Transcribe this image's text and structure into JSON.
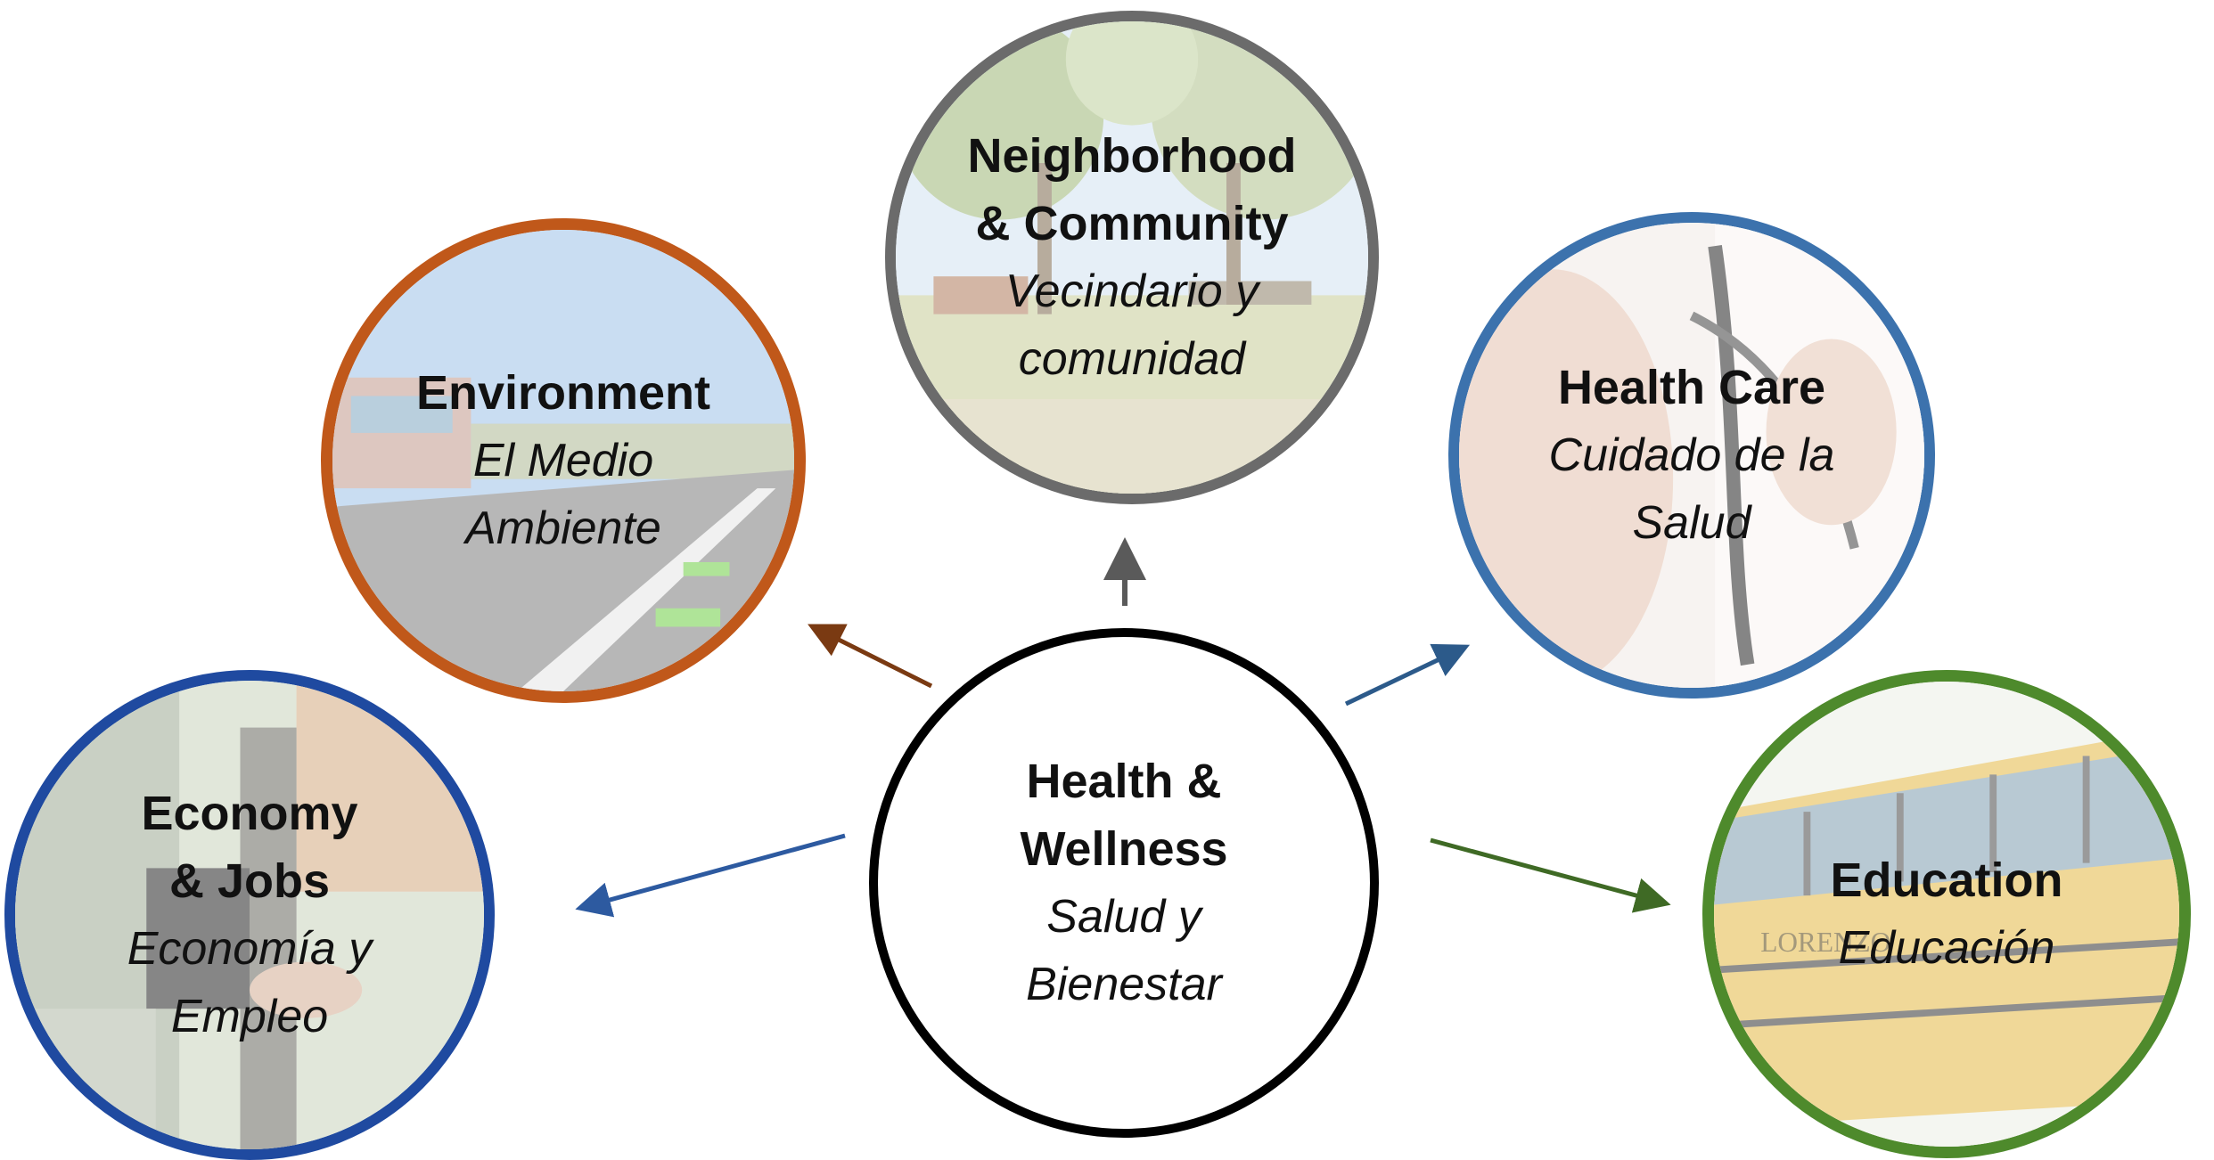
{
  "center": {
    "title_line1": "Health &",
    "title_line2": "Wellness",
    "subtitle_line1": "Salud y",
    "subtitle_line2": "Bienestar",
    "ring_color": "#000000"
  },
  "topics": {
    "neighborhood": {
      "title_line1": "Neighborhood",
      "title_line2": "& Community",
      "subtitle_line1": "Vecindario y",
      "subtitle_line2": "comunidad",
      "ring_color": "#6b6b6b",
      "arrow_color": "#5a5a5a",
      "photo": "park-scene"
    },
    "environment": {
      "title_line1": "Environment",
      "subtitle_line1": "El Medio",
      "subtitle_line2": "Ambiente",
      "ring_color": "#c0581a",
      "arrow_color": "#7a3a12",
      "photo": "street-scene"
    },
    "health_care": {
      "title_line1": "Health Care",
      "subtitle_line1": "Cuidado de la",
      "subtitle_line2": "Salud",
      "ring_color": "#3c72ad",
      "arrow_color": "#2c5a8a",
      "photo": "doctor-stethoscope"
    },
    "economy": {
      "title_line1": "Economy",
      "title_line2": "& Jobs",
      "subtitle_line1": "Economía y",
      "subtitle_line2": "Empleo",
      "ring_color": "#1f4aa0",
      "arrow_color": "#2d5aa0",
      "photo": "drive-through-window"
    },
    "education": {
      "title_line1": "Education",
      "subtitle_line1": "Educación",
      "ring_color": "#4e8a2c",
      "arrow_color": "#3f6a25",
      "photo": "school-bus",
      "photo_text": "LORENZO"
    }
  }
}
